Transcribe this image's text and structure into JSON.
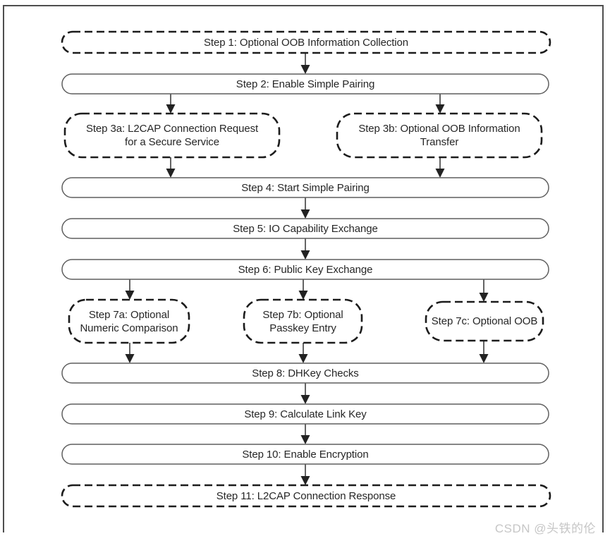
{
  "diagram": {
    "description": "Secure Simple Pairing flow diagram",
    "nodes": [
      {
        "id": "step-1",
        "label": "Step 1: Optional OOB Information Collection",
        "style": "dashed-optional"
      },
      {
        "id": "step-2",
        "label": "Step 2: Enable Simple Pairing",
        "style": "solid"
      },
      {
        "id": "step-3a",
        "label": "Step 3a: L2CAP Connection Request for a Secure Service",
        "style": "dashed-optional"
      },
      {
        "id": "step-3b",
        "label": "Step 3b: Optional OOB Information Transfer",
        "style": "dashed-optional"
      },
      {
        "id": "step-4",
        "label": "Step 4: Start Simple Pairing",
        "style": "solid"
      },
      {
        "id": "step-5",
        "label": "Step 5: IO Capability Exchange",
        "style": "solid"
      },
      {
        "id": "step-6",
        "label": "Step 6: Public Key Exchange",
        "style": "solid"
      },
      {
        "id": "step-7a",
        "label": "Step 7a: Optional Numeric Comparison",
        "style": "dashed-optional"
      },
      {
        "id": "step-7b",
        "label": "Step 7b: Optional Passkey Entry",
        "style": "dashed-optional"
      },
      {
        "id": "step-7c",
        "label": "Step 7c: Optional OOB",
        "style": "dashed-optional"
      },
      {
        "id": "step-8",
        "label": "Step 8: DHKey Checks",
        "style": "solid"
      },
      {
        "id": "step-9",
        "label": "Step 9: Calculate Link Key",
        "style": "solid"
      },
      {
        "id": "step-10",
        "label": "Step 10: Enable Encryption",
        "style": "solid"
      },
      {
        "id": "step-11",
        "label": "Step 11: L2CAP Connection Response",
        "style": "dashed-optional"
      }
    ],
    "edges": [
      {
        "from": "step-1",
        "to": "step-2"
      },
      {
        "from": "step-2",
        "to": "step-3a"
      },
      {
        "from": "step-2",
        "to": "step-3b"
      },
      {
        "from": "step-3a",
        "to": "step-4"
      },
      {
        "from": "step-3b",
        "to": "step-4"
      },
      {
        "from": "step-4",
        "to": "step-5"
      },
      {
        "from": "step-5",
        "to": "step-6"
      },
      {
        "from": "step-6",
        "to": "step-7a"
      },
      {
        "from": "step-6",
        "to": "step-7b"
      },
      {
        "from": "step-6",
        "to": "step-7c"
      },
      {
        "from": "step-7a",
        "to": "step-8"
      },
      {
        "from": "step-7b",
        "to": "step-8"
      },
      {
        "from": "step-7c",
        "to": "step-8"
      },
      {
        "from": "step-8",
        "to": "step-9"
      },
      {
        "from": "step-9",
        "to": "step-10"
      },
      {
        "from": "step-10",
        "to": "step-11"
      }
    ]
  },
  "watermark": {
    "text": "CSDN @头铁的伦"
  },
  "colors": {
    "background": "#ffffff",
    "dashed_border": "#1c1c1c",
    "solid_border": "#5f5f5f",
    "arrow": "#222222",
    "text": "#262626",
    "frame": "#4e4e4e",
    "watermark": "#c6c6c6"
  }
}
